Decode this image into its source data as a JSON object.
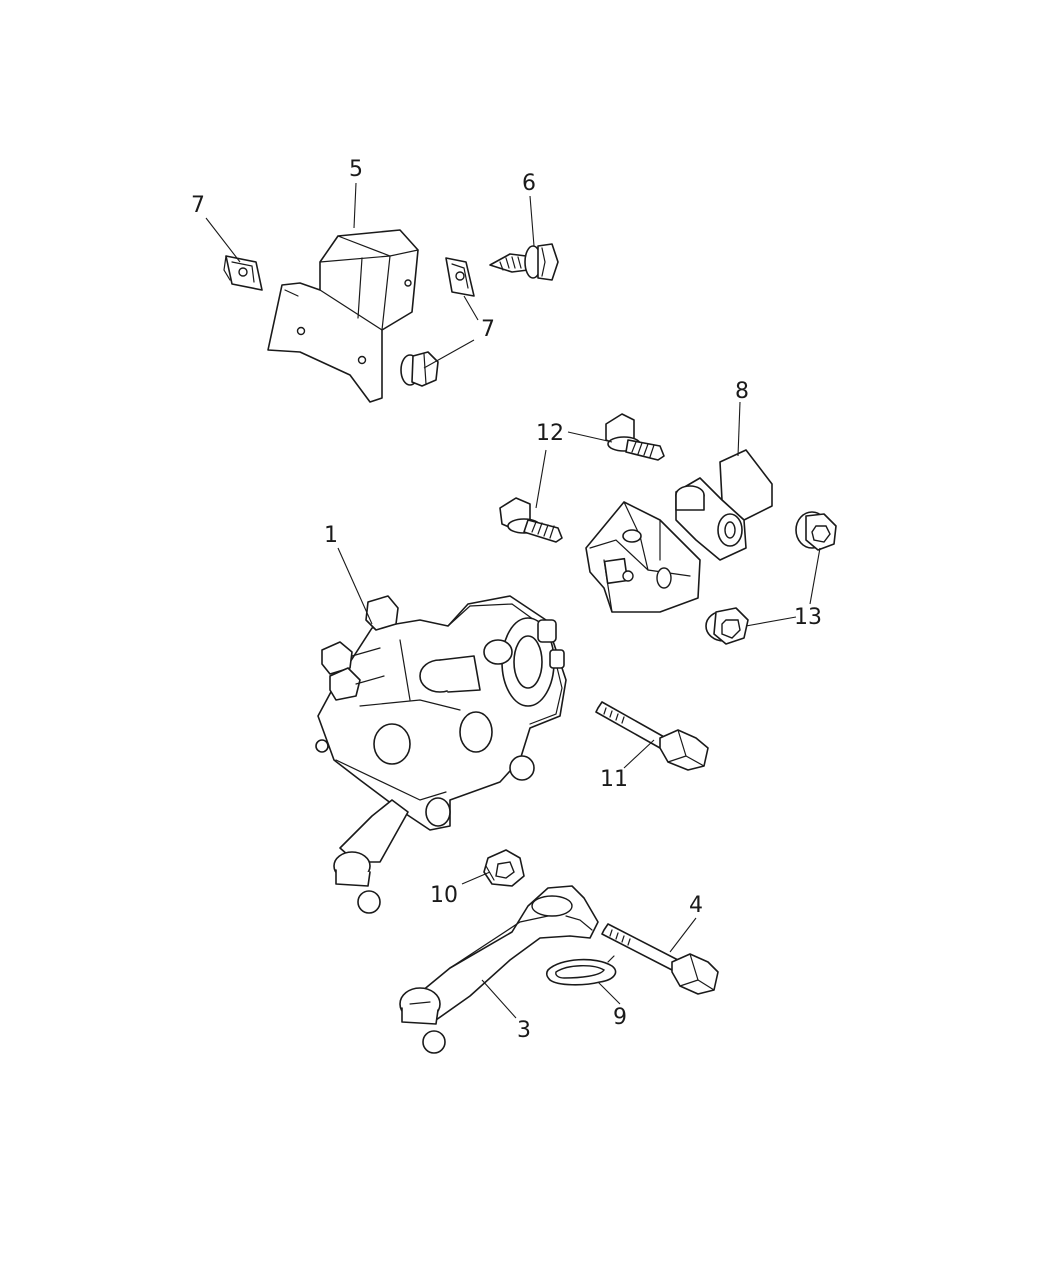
{
  "callouts": {
    "c1": "1",
    "c3": "3",
    "c4": "4",
    "c5": "5",
    "c6": "6",
    "c7a": "7",
    "c7b": "7",
    "c8": "8",
    "c9": "9",
    "c10": "10",
    "c11": "11",
    "c12": "12",
    "c13": "13"
  }
}
